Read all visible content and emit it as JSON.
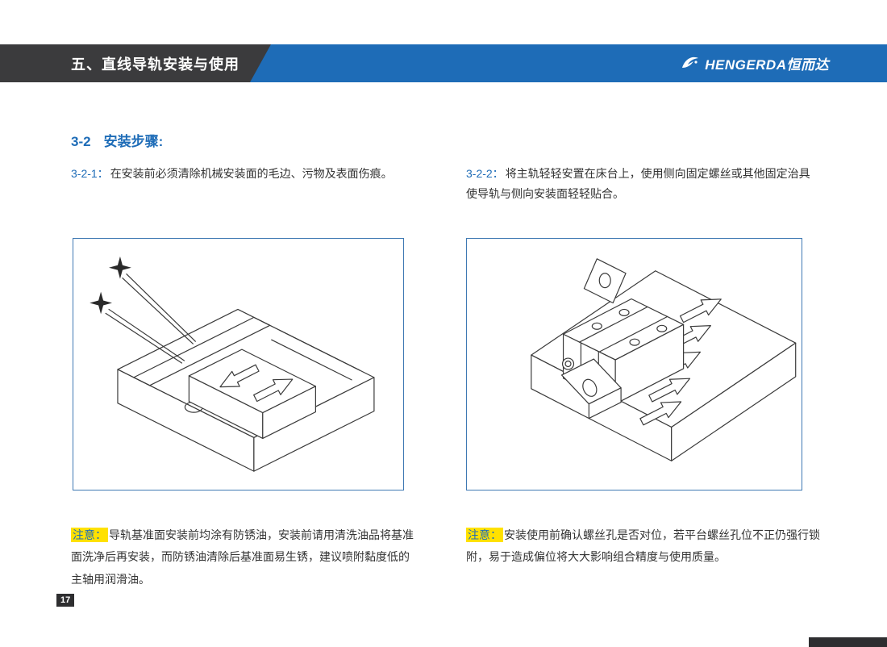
{
  "colors": {
    "accent_blue": "#1e6cb7",
    "header_dark": "#3b3b3d",
    "highlight_yellow": "#ffe100",
    "drawing_line": "#3a3a3a"
  },
  "header": {
    "title": "五、直线导轨安装与使用",
    "brand": "HENGERDA恒而达"
  },
  "section": {
    "number": "3-2",
    "title": "安装步骤:"
  },
  "steps": [
    {
      "label": "3-2-1：",
      "text": "在安装前必须清除机械安装面的毛边、污物及表面伤痕。",
      "figure_alt": "isometric-line-drawing-of-machine-bed-cleaning-with-sparkles-and-slide-arrows",
      "note_label": "注意：",
      "note_text": "导轨基准面安装前均涂有防锈油，安装前请用清洗油品将基准面洗净后再安装，而防锈油清除后基准面易生锈，建议喷附黏度低的主轴用润滑油。"
    },
    {
      "label": "3-2-2：",
      "text": "将主轨轻轻安置在床台上，使用侧向固定螺丝或其他固定治具使导轨与侧向安装面轻轻贴合。",
      "figure_alt": "isometric-line-drawing-of-guide-rail-block-on-bed-with-side-clamp-and-push-arrows",
      "note_label": "注意：",
      "note_text": "安装使用前确认螺丝孔是否对位，若平台螺丝孔位不正仍强行锁附，易于造成偏位将大大影响组合精度与使用质量。"
    }
  ],
  "page_number": "17"
}
